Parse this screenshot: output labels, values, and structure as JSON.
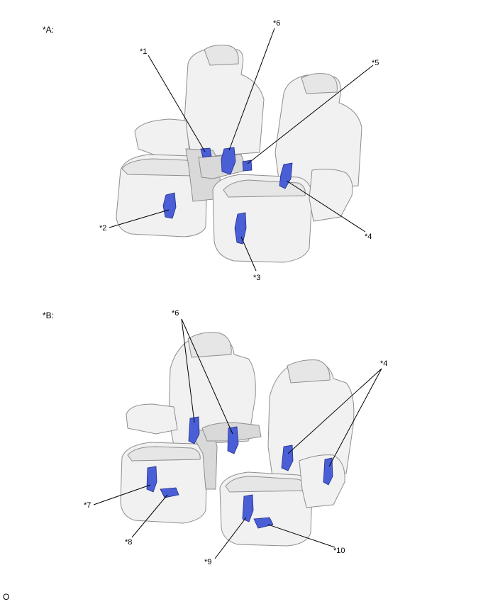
{
  "sections": {
    "a_label": "*A:",
    "b_label": "*B:"
  },
  "callouts": {
    "c1": "*1",
    "c2": "*2",
    "c3": "*3",
    "c4": "*4",
    "c5": "*5",
    "c6": "*6",
    "c7": "*7",
    "c8": "*8",
    "c9": "*9",
    "c10": "*10"
  },
  "footer": {
    "code": "O"
  },
  "colors": {
    "component": "#4a5fd6",
    "seat": "#f1f1f1"
  }
}
